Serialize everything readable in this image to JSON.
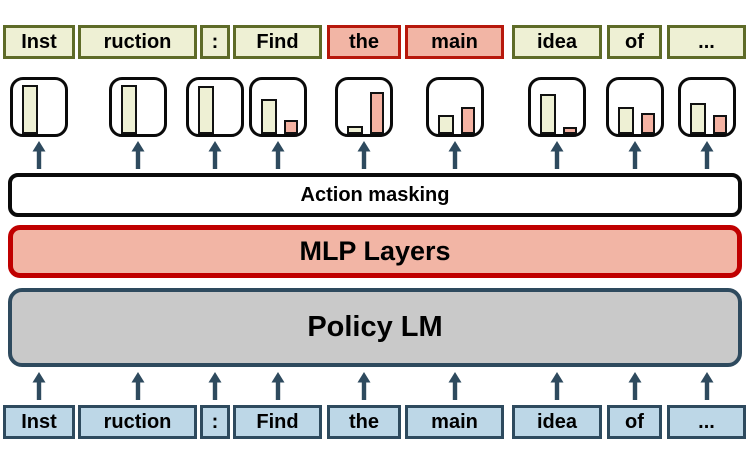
{
  "layers": {
    "action_masking": "Action masking",
    "mlp": "MLP Layers",
    "policy": "Policy LM"
  },
  "tokens": [
    {
      "text": "Inst",
      "masked": false,
      "bars": {
        "valid": 0.92,
        "invalid": null
      }
    },
    {
      "text": "ruction",
      "masked": false,
      "bars": {
        "valid": 0.92,
        "invalid": null
      }
    },
    {
      "text": ":",
      "masked": false,
      "bars": {
        "valid": 0.9,
        "invalid": null
      }
    },
    {
      "text": "Find",
      "masked": false,
      "bars": {
        "valid": 0.66,
        "invalid": 0.27
      }
    },
    {
      "text": "the",
      "masked": true,
      "bars": {
        "valid": 0.15,
        "invalid": 0.8
      }
    },
    {
      "text": "main",
      "masked": true,
      "bars": {
        "valid": 0.36,
        "invalid": 0.5
      }
    },
    {
      "text": "idea",
      "masked": false,
      "bars": {
        "valid": 0.75,
        "invalid": 0.13
      }
    },
    {
      "text": "of",
      "masked": false,
      "bars": {
        "valid": 0.5,
        "invalid": 0.39
      }
    },
    {
      "text": "...",
      "masked": false,
      "bars": {
        "valid": 0.59,
        "invalid": 0.36
      }
    }
  ],
  "colors": {
    "valid_fill": "#eef0d4",
    "valid_border": "#5e6b28",
    "masked_fill": "#f2b5a5",
    "masked_border": "#b7180c",
    "input_fill": "#bdd7e7",
    "slate_border": "#2e4a5e",
    "mlp_border": "#c00000",
    "policy_fill": "#c9c9c9",
    "arrow": "#2e4a5e",
    "bar_valid": "#eef0d4",
    "bar_invalid": "#f4b2a2"
  }
}
